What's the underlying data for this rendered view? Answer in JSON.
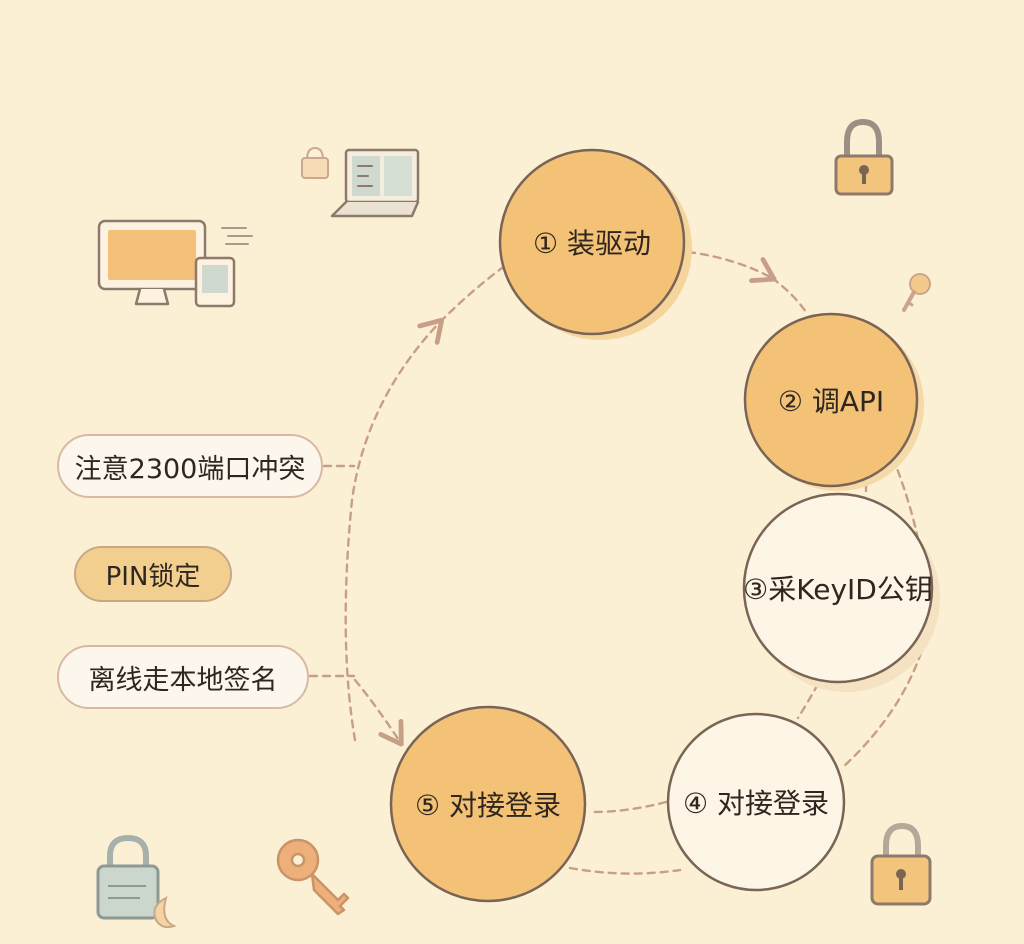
{
  "steps": [
    {
      "label": "① 装驱动"
    },
    {
      "label": "② 调API"
    },
    {
      "label": "③采KeyID公钥"
    },
    {
      "label": "④ 对接登录"
    },
    {
      "label": "⑤ 对接登录"
    }
  ],
  "notes": [
    {
      "label": "注意2300端口冲突"
    },
    {
      "label": "PIN锁定"
    },
    {
      "label": "离线走本地签名"
    }
  ],
  "colors": {
    "background": "#fbefd4",
    "circle_orange": "#f3c276",
    "circle_cream": "#fdf5e6",
    "outline": "#7a6455",
    "dashed_arrow": "#c79e86",
    "lock_body": "#f2c47c",
    "key": "#eeb07a"
  },
  "icons": [
    "monitor-icon",
    "laptop-icon",
    "small-lock-icon",
    "padlock-icon",
    "key-icon",
    "moon-icon"
  ]
}
